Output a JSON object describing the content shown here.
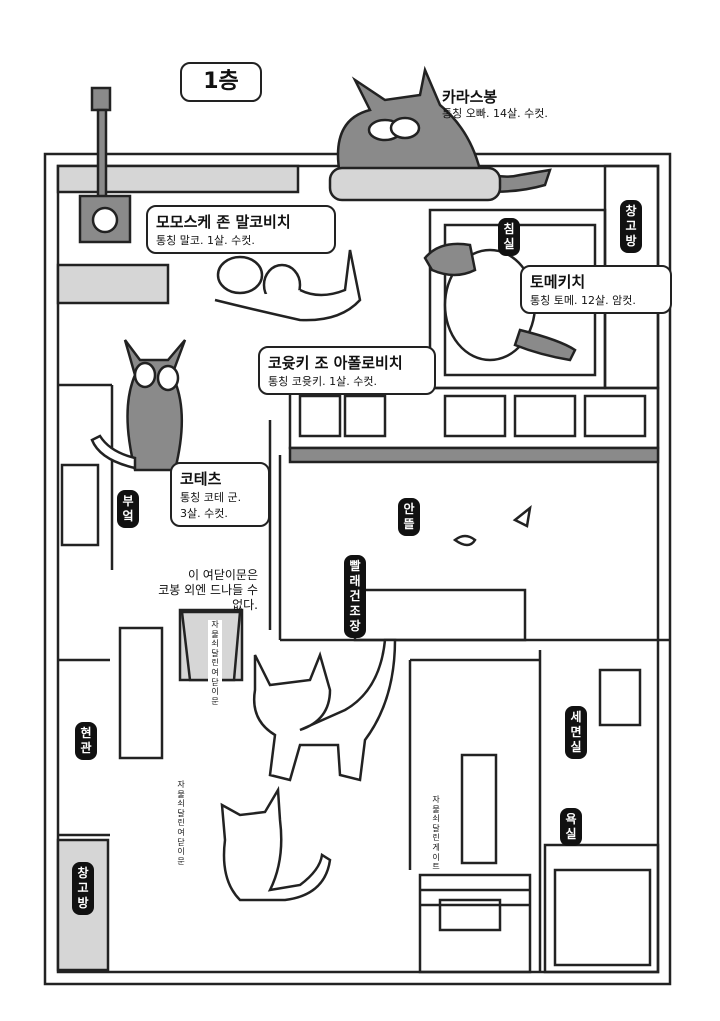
{
  "floor_label": "1층",
  "cats": [
    {
      "name": "카라스봉",
      "desc": "통칭 오빠. 14살. 수컷."
    },
    {
      "name": "모모스케 존 말코비치",
      "desc": "통칭 말코. 1살. 수컷."
    },
    {
      "name": "토메키치",
      "desc": "통칭 토메. 12살. 암컷."
    },
    {
      "name": "코윳키 조 아폴로비치",
      "desc": "통칭 코윳키. 1살. 수컷."
    },
    {
      "name": "코테츠",
      "desc": "통칭 코테 군.\n3살. 수컷."
    }
  ],
  "rooms": {
    "bedroom": "침\n실",
    "storage_top": "창\n고\n방",
    "kitchen": "부\n엌",
    "yard": "안\n뜰",
    "laundry": "빨\n래\n건\n조\n장",
    "entrance": "현\n관",
    "storage_bottom": "창\n고\n방",
    "washroom": "세\n면\n실",
    "bathroom": "욕\n실"
  },
  "note": "이 여닫이문은\n코봉 외엔 드나들 수 없다.",
  "door_labels": {
    "door_1": "자물쇠\n달린\n여\n닫\n이\n문",
    "door_2": "자물쇠\n달린\n여\n닫\n이\n문",
    "gate": "자물쇠\n달린\n게\n이\n트"
  },
  "colors": {
    "ink": "#222222",
    "gray": "#8a8a8a",
    "light": "#d6d6d6"
  }
}
